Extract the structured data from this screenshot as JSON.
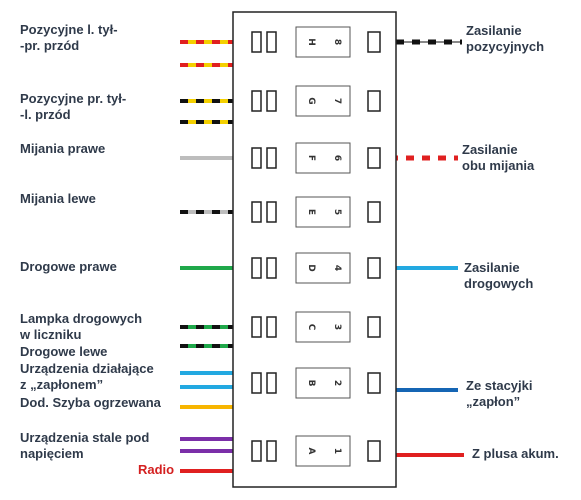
{
  "fuses": [
    {
      "letter": "H",
      "number": "8"
    },
    {
      "letter": "G",
      "number": "7"
    },
    {
      "letter": "F",
      "number": "6"
    },
    {
      "letter": "E",
      "number": "5"
    },
    {
      "letter": "D",
      "number": "4"
    },
    {
      "letter": "C",
      "number": "3"
    },
    {
      "letter": "B",
      "number": "2"
    },
    {
      "letter": "A",
      "number": "1"
    }
  ],
  "labels_left": {
    "pozycyjne_l_tyl": "Pozycyjne l. tył-\n-pr. przód",
    "pozycyjne_pr_tyl": "Pozycyjne pr. tył-\n-l. przód",
    "mijania_prawe": "Mijania prawe",
    "mijania_lewe": "Mijania lewe",
    "drogowe_prawe": "Drogowe prawe",
    "lampka_drogowych": "Lampka drogowych\nw liczniku",
    "drogowe_lewe": "Drogowe lewe",
    "urzadzenia_zaplon": "Urządzenia działające\nz „zapłonem”",
    "szyba": "Dod. Szyba ogrzewana",
    "urzadzenia_stale": "Urządzenia stale pod\nnapięciem",
    "radio": "Radio"
  },
  "labels_right": {
    "zasilanie_pozycyjnych": "Zasilanie\npozycyjnych",
    "zasilanie_mijania": "Zasilanie\nobu mijania",
    "zasilanie_drogowych": "Zasilanie\ndrogowych",
    "ze_stacyjki": "Ze stacyjki\n„zapłon”",
    "z_plusa": "Z plusa akum."
  },
  "colors": {
    "yellow": "#f4d000",
    "red": "#e02020",
    "black": "#111111",
    "gray": "#bdbdbd",
    "green": "#1fa84a",
    "light_blue": "#23a9e1",
    "dark_blue": "#1565b4",
    "orange_yellow": "#f7b500",
    "purple": "#7b2fa8",
    "white": "#ffffff",
    "label_text": "#2f3a4a",
    "radio_text": "#d42020"
  }
}
